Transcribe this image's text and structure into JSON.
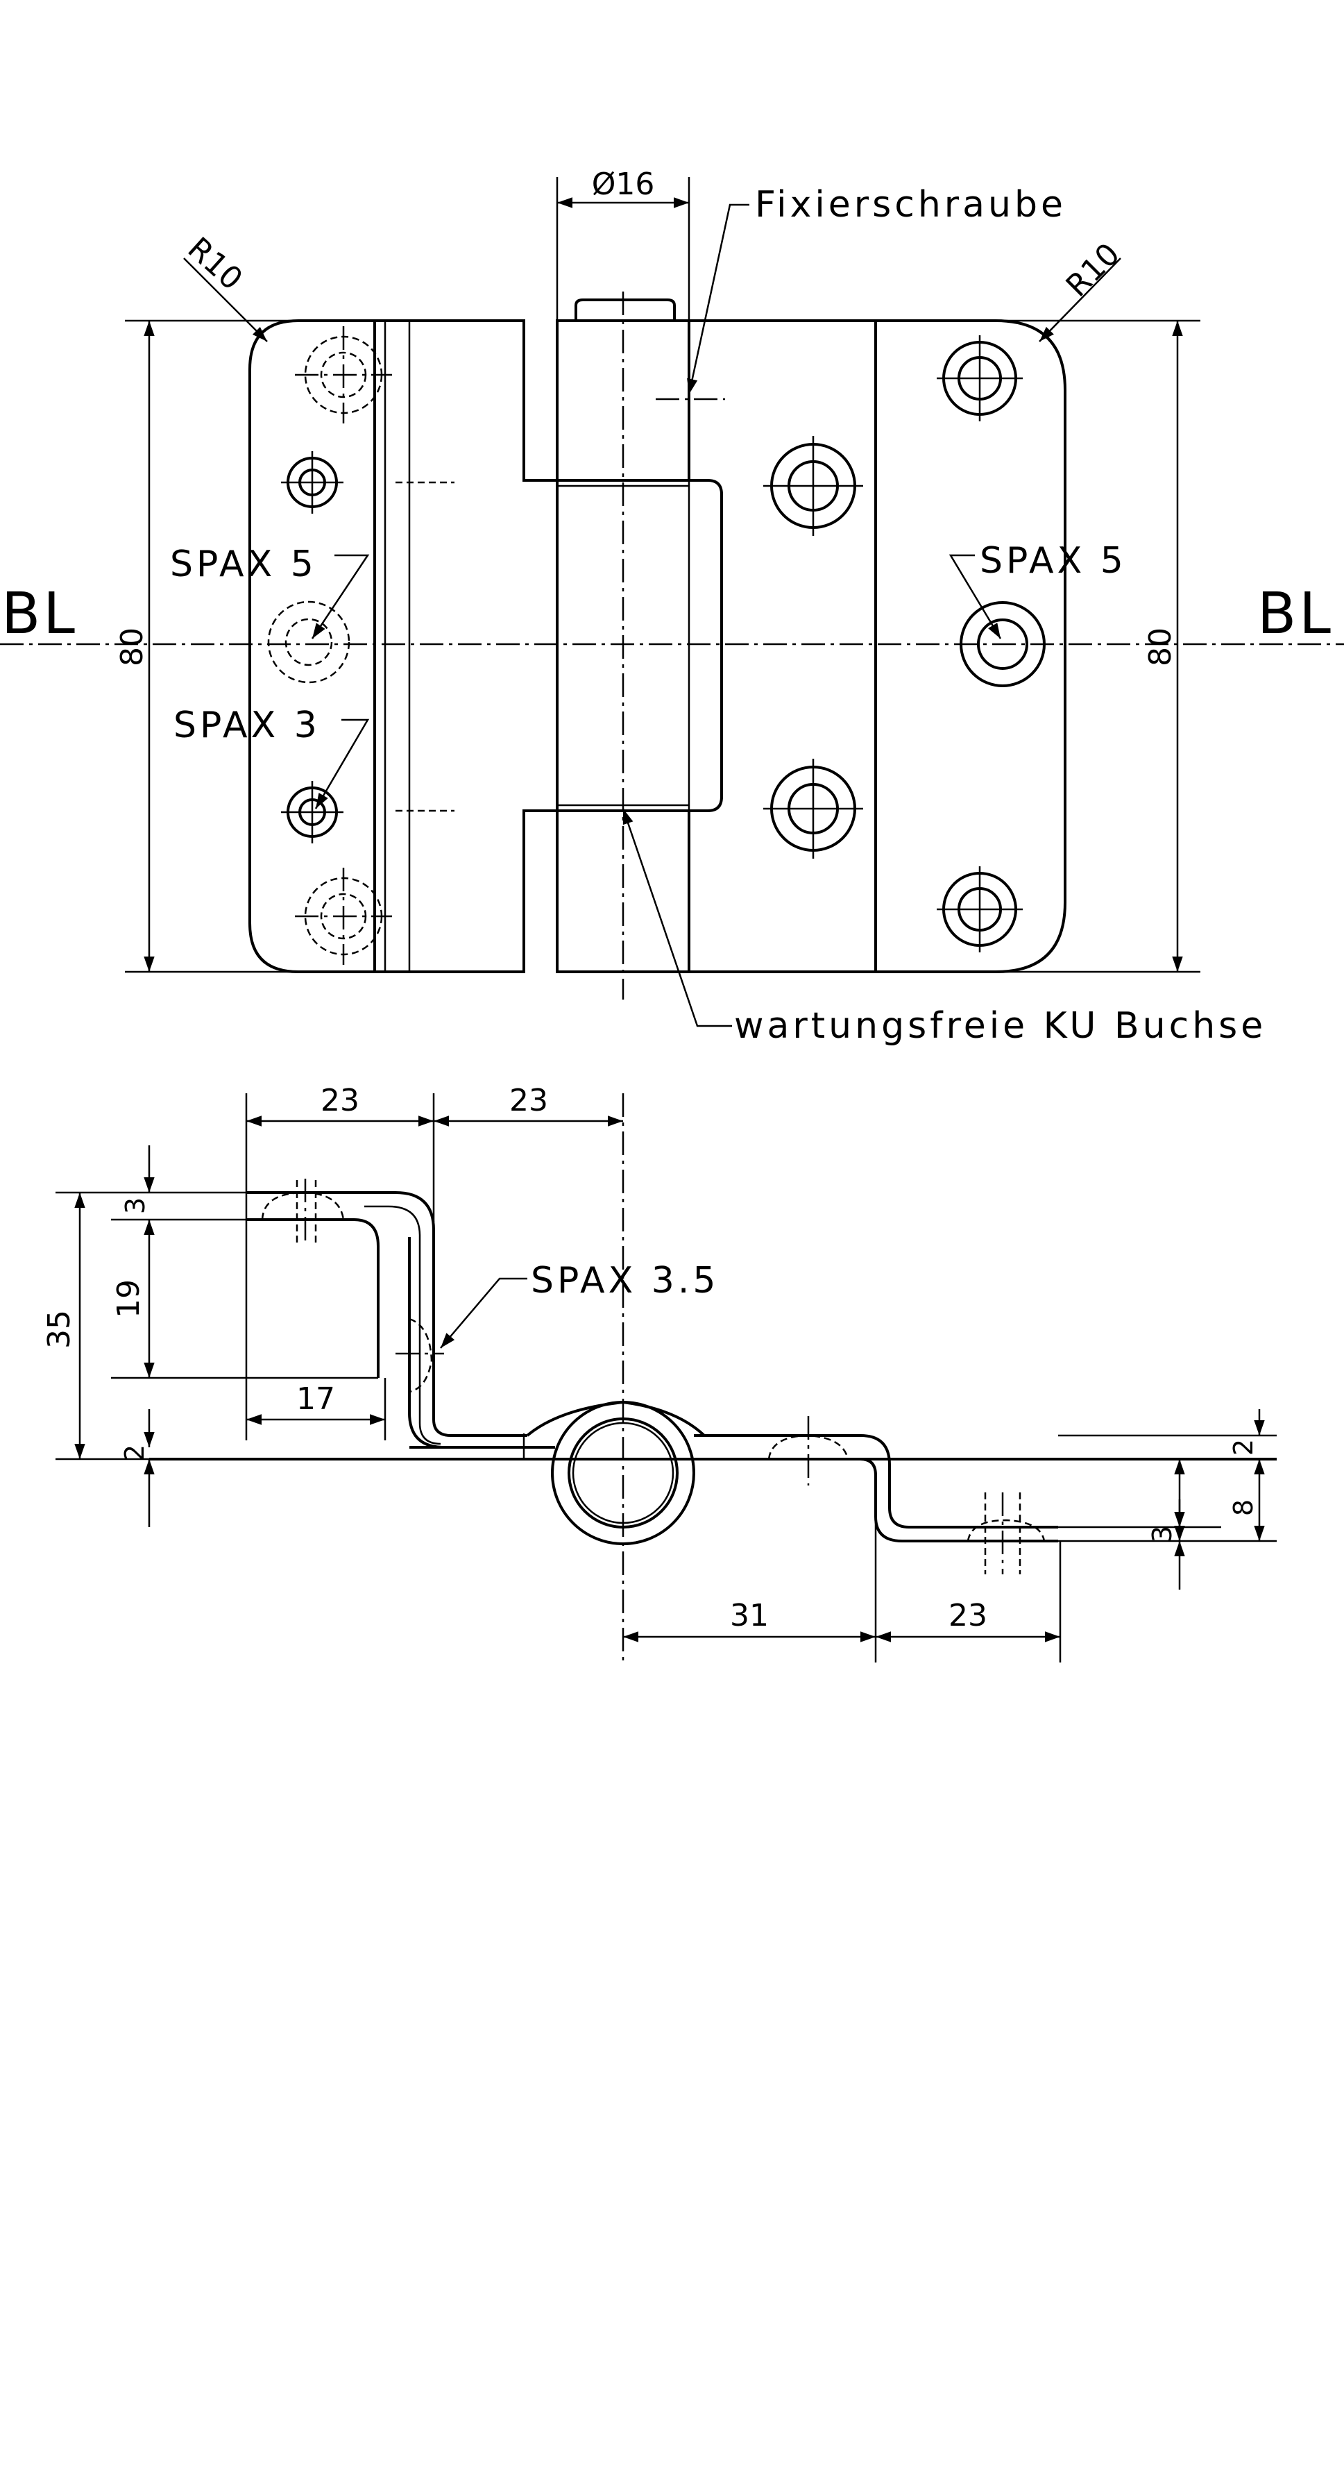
{
  "top_view": {
    "label_bl_left": "BL",
    "label_bl_right": "BL",
    "diameter_label": "Ø16",
    "fixing_screw_label": "Fixierschraube",
    "radius_left": "R10",
    "radius_right": "R10",
    "spax5_left": "SPAX 5",
    "spax3_left": "SPAX 3",
    "spax5_right": "SPAX 5",
    "bushing_label": "wartungsfreie KU Buchse",
    "height_left": "80",
    "height_right": "80"
  },
  "side_view": {
    "dim_top_a": "23",
    "dim_top_b": "23",
    "dim_total_height": "35",
    "dim_thickness_top": "3",
    "dim_inner_height": "19",
    "dim_thickness_bottom": "2",
    "dim_flange": "17",
    "spax35_label": "SPAX 3.5",
    "dim_right_8": "8",
    "dim_right_2": "2",
    "dim_right_3": "3",
    "dim_bottom_31": "31",
    "dim_bottom_23": "23"
  }
}
